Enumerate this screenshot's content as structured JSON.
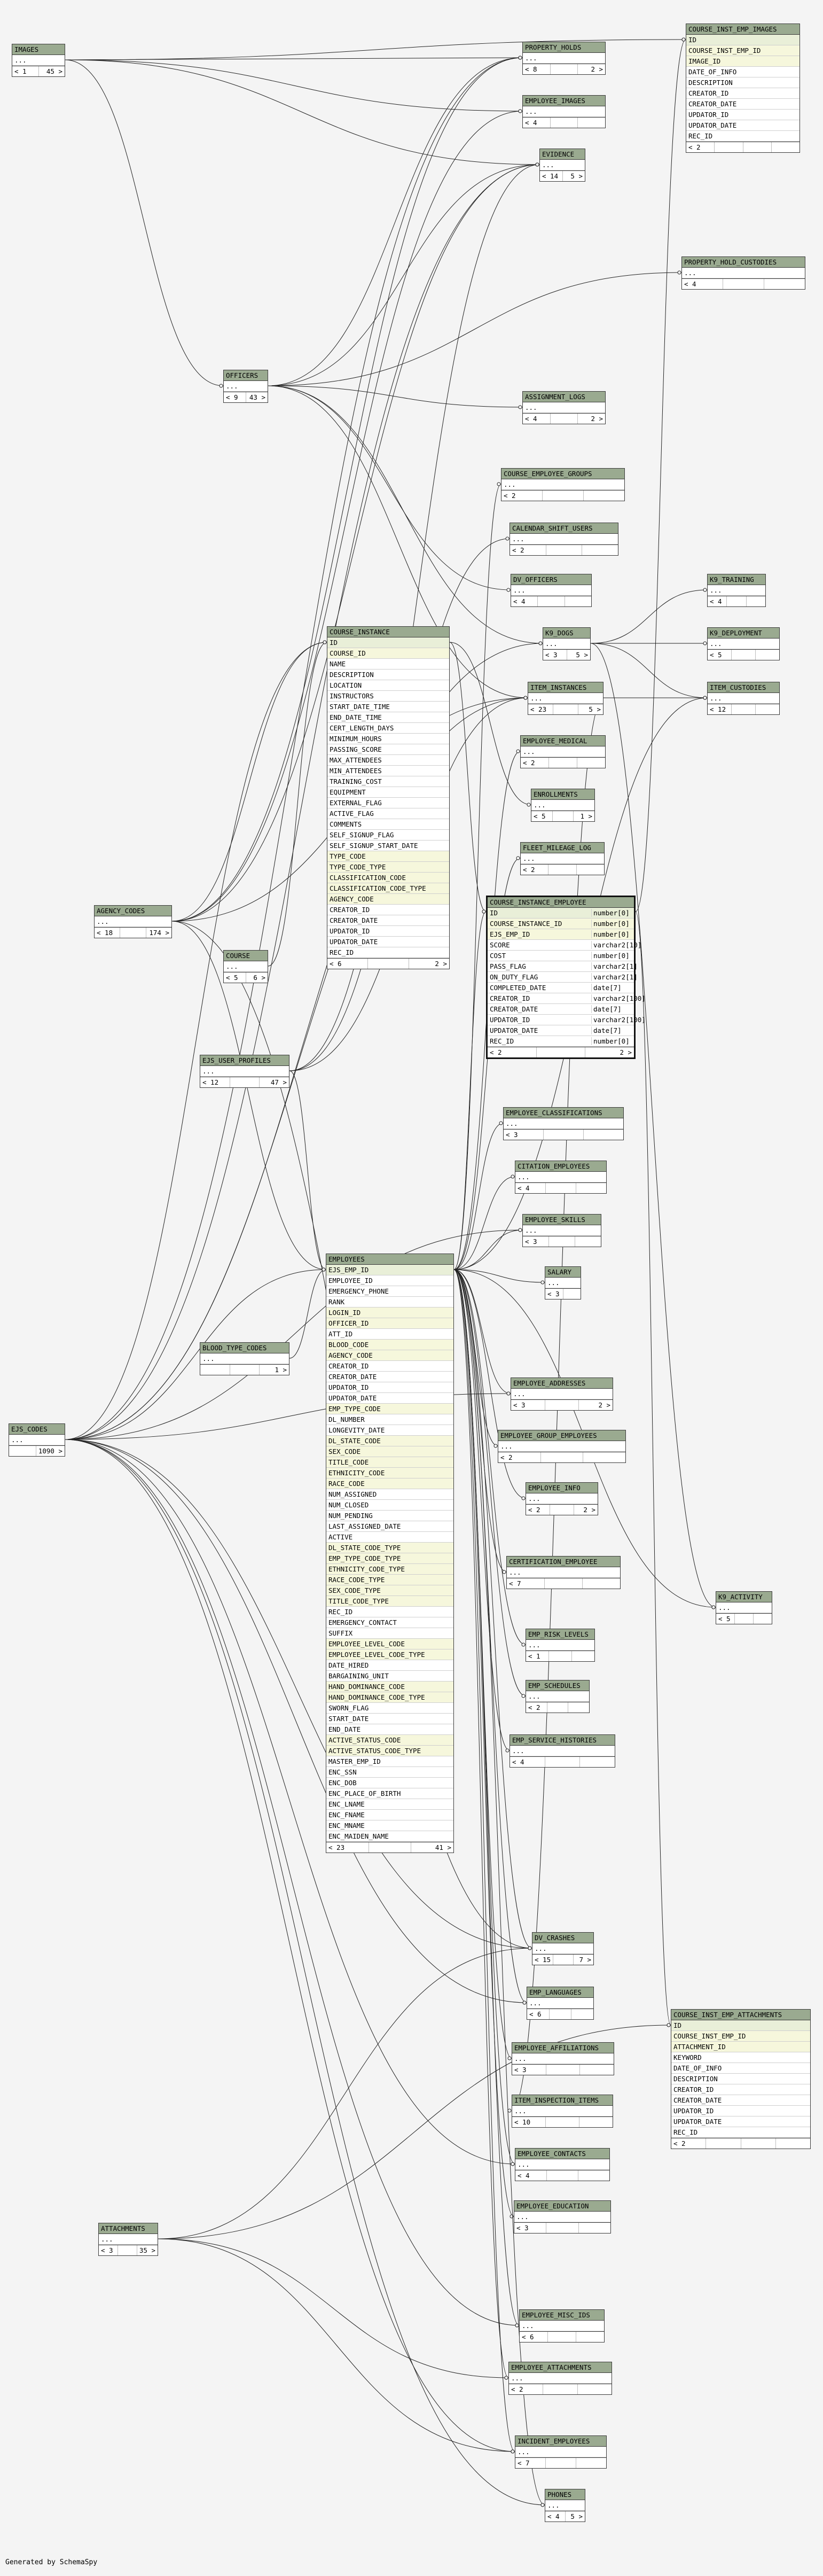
{
  "generated_by": "Generated by SchemaSpy",
  "tables": [
    {
      "id": "images",
      "name": "IMAGES",
      "rows": [
        {
          "n": "..."
        }
      ],
      "foot": [
        "< 1",
        "45 >"
      ]
    },
    {
      "id": "property_holds",
      "name": "PROPERTY_HOLDS",
      "rows": [
        {
          "n": "..."
        }
      ],
      "foot": [
        "< 8",
        "",
        "2 >"
      ]
    },
    {
      "id": "employee_images",
      "name": "EMPLOYEE_IMAGES",
      "rows": [
        {
          "n": "..."
        }
      ],
      "foot": [
        "< 4",
        "",
        ""
      ]
    },
    {
      "id": "evidence",
      "name": "EVIDENCE",
      "rows": [
        {
          "n": "..."
        }
      ],
      "foot": [
        "< 14",
        "5 >"
      ]
    },
    {
      "id": "course_inst_emp_images",
      "name": "COURSE_INST_EMP_IMAGES",
      "rows": [
        {
          "n": "ID",
          "k": "pk"
        },
        {
          "n": "COURSE_INST_EMP_ID",
          "k": "fk"
        },
        {
          "n": "IMAGE_ID",
          "k": "fk"
        },
        {
          "n": "DATE_OF_INFO"
        },
        {
          "n": "DESCRIPTION"
        },
        {
          "n": "CREATOR_ID"
        },
        {
          "n": "CREATOR_DATE"
        },
        {
          "n": "UPDATOR_ID"
        },
        {
          "n": "UPDATOR_DATE"
        },
        {
          "n": "REC_ID"
        }
      ],
      "foot": [
        "< 2",
        "",
        "",
        ""
      ]
    },
    {
      "id": "property_hold_custodies",
      "name": "PROPERTY_HOLD_CUSTODIES",
      "rows": [
        {
          "n": "..."
        }
      ],
      "foot": [
        "< 4",
        "",
        ""
      ]
    },
    {
      "id": "officers",
      "name": "OFFICERS",
      "rows": [
        {
          "n": "..."
        }
      ],
      "foot": [
        "< 9",
        "43 >"
      ]
    },
    {
      "id": "assignment_logs",
      "name": "ASSIGNMENT_LOGS",
      "rows": [
        {
          "n": "..."
        }
      ],
      "foot": [
        "< 4",
        "",
        "2 >"
      ]
    },
    {
      "id": "course_employee_groups",
      "name": "COURSE_EMPLOYEE_GROUPS",
      "rows": [
        {
          "n": "..."
        }
      ],
      "foot": [
        "< 2",
        "",
        ""
      ]
    },
    {
      "id": "calendar_shift_users",
      "name": "CALENDAR_SHIFT_USERS",
      "rows": [
        {
          "n": "..."
        }
      ],
      "foot": [
        "< 2",
        "",
        ""
      ]
    },
    {
      "id": "dv_officers",
      "name": "DV_OFFICERS",
      "rows": [
        {
          "n": "..."
        }
      ],
      "foot": [
        "< 4",
        "",
        ""
      ]
    },
    {
      "id": "k9_training",
      "name": "K9_TRAINING",
      "rows": [
        {
          "n": "..."
        }
      ],
      "foot": [
        "< 4",
        "",
        ""
      ]
    },
    {
      "id": "k9_dogs",
      "name": "K9_DOGS",
      "rows": [
        {
          "n": "..."
        }
      ],
      "foot": [
        "< 3",
        "5 >"
      ]
    },
    {
      "id": "k9_deployment",
      "name": "K9_DEPLOYMENT",
      "rows": [
        {
          "n": "..."
        }
      ],
      "foot": [
        "< 5",
        "",
        ""
      ]
    },
    {
      "id": "item_instances",
      "name": "ITEM_INSTANCES",
      "rows": [
        {
          "n": "..."
        }
      ],
      "foot": [
        "< 23",
        "",
        "5 >"
      ]
    },
    {
      "id": "item_custodies",
      "name": "ITEM_CUSTODIES",
      "rows": [
        {
          "n": "..."
        }
      ],
      "foot": [
        "< 12",
        "",
        ""
      ]
    },
    {
      "id": "employee_medical",
      "name": "EMPLOYEE_MEDICAL",
      "rows": [
        {
          "n": "..."
        }
      ],
      "foot": [
        "< 2",
        "",
        ""
      ]
    },
    {
      "id": "enrollments",
      "name": "ENROLLMENTS",
      "rows": [
        {
          "n": "..."
        }
      ],
      "foot": [
        "< 5",
        "",
        "1 >"
      ]
    },
    {
      "id": "fleet_mileage_log",
      "name": "FLEET_MILEAGE_LOG",
      "rows": [
        {
          "n": "..."
        }
      ],
      "foot": [
        "< 2",
        "",
        ""
      ]
    },
    {
      "id": "course_instance",
      "name": "COURSE_INSTANCE",
      "rows": [
        {
          "n": "ID",
          "k": "pk"
        },
        {
          "n": "COURSE_ID",
          "k": "fk"
        },
        {
          "n": "NAME"
        },
        {
          "n": "DESCRIPTION"
        },
        {
          "n": "LOCATION"
        },
        {
          "n": "INSTRUCTORS"
        },
        {
          "n": "START_DATE_TIME"
        },
        {
          "n": "END_DATE_TIME"
        },
        {
          "n": "CERT_LENGTH_DAYS"
        },
        {
          "n": "MINIMUM_HOURS"
        },
        {
          "n": "PASSING_SCORE"
        },
        {
          "n": "MAX_ATTENDEES"
        },
        {
          "n": "MIN_ATTENDEES"
        },
        {
          "n": "TRAINING_COST"
        },
        {
          "n": "EQUIPMENT"
        },
        {
          "n": "EXTERNAL_FLAG"
        },
        {
          "n": "ACTIVE_FLAG"
        },
        {
          "n": "COMMENTS"
        },
        {
          "n": "SELF_SIGNUP_FLAG"
        },
        {
          "n": "SELF_SIGNUP_START_DATE"
        },
        {
          "n": "TYPE_CODE",
          "k": "fk"
        },
        {
          "n": "TYPE_CODE_TYPE",
          "k": "fk"
        },
        {
          "n": "CLASSIFICATION_CODE",
          "k": "fk"
        },
        {
          "n": "CLASSIFICATION_CODE_TYPE",
          "k": "fk"
        },
        {
          "n": "AGENCY_CODE",
          "k": "fk"
        },
        {
          "n": "CREATOR_ID"
        },
        {
          "n": "CREATOR_DATE"
        },
        {
          "n": "UPDATOR_ID"
        },
        {
          "n": "UPDATOR_DATE"
        },
        {
          "n": "REC_ID"
        }
      ],
      "foot": [
        "< 6",
        "",
        "2 >"
      ]
    },
    {
      "id": "agency_codes",
      "name": "AGENCY_CODES",
      "rows": [
        {
          "n": "..."
        }
      ],
      "foot": [
        "< 18",
        "",
        "174 >"
      ]
    },
    {
      "id": "course",
      "name": "COURSE",
      "rows": [
        {
          "n": "..."
        }
      ],
      "foot": [
        "< 5",
        "6 >"
      ]
    },
    {
      "id": "course_instance_employee",
      "name": "COURSE_INSTANCE_EMPLOYEE",
      "focus": true,
      "rows": [
        {
          "n": "ID",
          "t": "number[0]",
          "k": "pk"
        },
        {
          "n": "COURSE_INSTANCE_ID",
          "t": "number[0]",
          "k": "fk"
        },
        {
          "n": "EJS_EMP_ID",
          "t": "number[0]",
          "k": "fk"
        },
        {
          "n": "SCORE",
          "t": "varchar2[10]"
        },
        {
          "n": "COST",
          "t": "number[0]"
        },
        {
          "n": "PASS_FLAG",
          "t": "varchar2[1]"
        },
        {
          "n": "ON_DUTY_FLAG",
          "t": "varchar2[1]"
        },
        {
          "n": "COMPLETED_DATE",
          "t": "date[7]"
        },
        {
          "n": "CREATOR_ID",
          "t": "varchar2[100]"
        },
        {
          "n": "CREATOR_DATE",
          "t": "date[7]"
        },
        {
          "n": "UPDATOR_ID",
          "t": "varchar2[100]"
        },
        {
          "n": "UPDATOR_DATE",
          "t": "date[7]"
        },
        {
          "n": "REC_ID",
          "t": "number[0]"
        }
      ],
      "foot": [
        "< 2",
        "",
        "2 >"
      ]
    },
    {
      "id": "ejs_user_profiles",
      "name": "EJS_USER_PROFILES",
      "rows": [
        {
          "n": "..."
        }
      ],
      "foot": [
        "< 12",
        "",
        "47 >"
      ]
    },
    {
      "id": "employee_classifications",
      "name": "EMPLOYEE_CLASSIFICATIONS",
      "rows": [
        {
          "n": "..."
        }
      ],
      "foot": [
        "< 3",
        "",
        ""
      ]
    },
    {
      "id": "citation_employees",
      "name": "CITATION_EMPLOYEES",
      "rows": [
        {
          "n": "..."
        }
      ],
      "foot": [
        "< 4",
        "",
        ""
      ]
    },
    {
      "id": "employee_skills",
      "name": "EMPLOYEE_SKILLS",
      "rows": [
        {
          "n": "..."
        }
      ],
      "foot": [
        "< 3",
        "",
        ""
      ]
    },
    {
      "id": "salary",
      "name": "SALARY",
      "rows": [
        {
          "n": "..."
        }
      ],
      "foot": [
        "< 3",
        ""
      ]
    },
    {
      "id": "employees",
      "name": "EMPLOYEES",
      "rows": [
        {
          "n": "EJS_EMP_ID",
          "k": "pk"
        },
        {
          "n": "EMPLOYEE_ID"
        },
        {
          "n": "EMERGENCY_PHONE"
        },
        {
          "n": "RANK"
        },
        {
          "n": "LOGIN_ID",
          "k": "fk"
        },
        {
          "n": "OFFICER_ID",
          "k": "fk"
        },
        {
          "n": "ATT_ID"
        },
        {
          "n": "BLOOD_CODE",
          "k": "fk"
        },
        {
          "n": "AGENCY_CODE",
          "k": "fk"
        },
        {
          "n": "CREATOR_ID"
        },
        {
          "n": "CREATOR_DATE"
        },
        {
          "n": "UPDATOR_ID"
        },
        {
          "n": "UPDATOR_DATE"
        },
        {
          "n": "EMP_TYPE_CODE",
          "k": "fk"
        },
        {
          "n": "DL_NUMBER"
        },
        {
          "n": "LONGEVITY_DATE"
        },
        {
          "n": "DL_STATE_CODE",
          "k": "fk"
        },
        {
          "n": "SEX_CODE",
          "k": "fk"
        },
        {
          "n": "TITLE_CODE",
          "k": "fk"
        },
        {
          "n": "ETHNICITY_CODE",
          "k": "fk"
        },
        {
          "n": "RACE_CODE",
          "k": "fk"
        },
        {
          "n": "NUM_ASSIGNED"
        },
        {
          "n": "NUM_CLOSED"
        },
        {
          "n": "NUM_PENDING"
        },
        {
          "n": "LAST_ASSIGNED_DATE"
        },
        {
          "n": "ACTIVE"
        },
        {
          "n": "DL_STATE_CODE_TYPE",
          "k": "fk"
        },
        {
          "n": "EMP_TYPE_CODE_TYPE",
          "k": "fk"
        },
        {
          "n": "ETHNICITY_CODE_TYPE",
          "k": "fk"
        },
        {
          "n": "RACE_CODE_TYPE",
          "k": "fk"
        },
        {
          "n": "SEX_CODE_TYPE",
          "k": "fk"
        },
        {
          "n": "TITLE_CODE_TYPE",
          "k": "fk"
        },
        {
          "n": "REC_ID"
        },
        {
          "n": "EMERGENCY_CONTACT"
        },
        {
          "n": "SUFFIX"
        },
        {
          "n": "EMPLOYEE_LEVEL_CODE",
          "k": "fk"
        },
        {
          "n": "EMPLOYEE_LEVEL_CODE_TYPE",
          "k": "fk"
        },
        {
          "n": "DATE_HIRED"
        },
        {
          "n": "BARGAINING_UNIT"
        },
        {
          "n": "HAND_DOMINANCE_CODE",
          "k": "fk"
        },
        {
          "n": "HAND_DOMINANCE_CODE_TYPE",
          "k": "fk"
        },
        {
          "n": "SWORN_FLAG"
        },
        {
          "n": "START_DATE"
        },
        {
          "n": "END_DATE"
        },
        {
          "n": "ACTIVE_STATUS_CODE",
          "k": "fk"
        },
        {
          "n": "ACTIVE_STATUS_CODE_TYPE",
          "k": "fk"
        },
        {
          "n": "MASTER_EMP_ID"
        },
        {
          "n": "ENC_SSN"
        },
        {
          "n": "ENC_DOB"
        },
        {
          "n": "ENC_PLACE_OF_BIRTH"
        },
        {
          "n": "ENC_LNAME"
        },
        {
          "n": "ENC_FNAME"
        },
        {
          "n": "ENC_MNAME"
        },
        {
          "n": "ENC_MAIDEN_NAME"
        }
      ],
      "foot": [
        "< 23",
        "",
        "41 >"
      ]
    },
    {
      "id": "blood_type_codes",
      "name": "BLOOD_TYPE_CODES",
      "rows": [
        {
          "n": "..."
        }
      ],
      "foot": [
        "",
        "",
        "1 >"
      ]
    },
    {
      "id": "employee_addresses",
      "name": "EMPLOYEE_ADDRESSES",
      "rows": [
        {
          "n": "..."
        }
      ],
      "foot": [
        "< 3",
        "",
        "2 >"
      ]
    },
    {
      "id": "employee_group_employees",
      "name": "EMPLOYEE_GROUP_EMPLOYEES",
      "rows": [
        {
          "n": "..."
        }
      ],
      "foot": [
        "< 2",
        "",
        ""
      ]
    },
    {
      "id": "ejs_codes",
      "name": "EJS_CODES",
      "rows": [
        {
          "n": "..."
        }
      ],
      "foot": [
        "",
        "1090 >"
      ]
    },
    {
      "id": "employee_info",
      "name": "EMPLOYEE_INFO",
      "rows": [
        {
          "n": "..."
        }
      ],
      "foot": [
        "< 2",
        "",
        "2 >"
      ]
    },
    {
      "id": "certification_employee",
      "name": "CERTIFICATION_EMPLOYEE",
      "rows": [
        {
          "n": "..."
        }
      ],
      "foot": [
        "< 7",
        "",
        ""
      ]
    },
    {
      "id": "k9_activity",
      "name": "K9_ACTIVITY",
      "rows": [
        {
          "n": "..."
        }
      ],
      "foot": [
        "< 5",
        "",
        ""
      ]
    },
    {
      "id": "emp_risk_levels",
      "name": "EMP_RISK_LEVELS",
      "rows": [
        {
          "n": "..."
        }
      ],
      "foot": [
        "< 1",
        "",
        ""
      ]
    },
    {
      "id": "emp_schedules",
      "name": "EMP_SCHEDULES",
      "rows": [
        {
          "n": "..."
        }
      ],
      "foot": [
        "< 2",
        "",
        ""
      ]
    },
    {
      "id": "emp_service_histories",
      "name": "EMP_SERVICE_HISTORIES",
      "rows": [
        {
          "n": "..."
        }
      ],
      "foot": [
        "< 4",
        "",
        ""
      ]
    },
    {
      "id": "dv_crashes",
      "name": "DV_CRASHES",
      "rows": [
        {
          "n": "..."
        }
      ],
      "foot": [
        "< 15",
        "",
        "7 >"
      ]
    },
    {
      "id": "emp_languages",
      "name": "EMP_LANGUAGES",
      "rows": [
        {
          "n": "..."
        }
      ],
      "foot": [
        "< 6",
        "",
        ""
      ]
    },
    {
      "id": "course_inst_emp_attachments",
      "name": "COURSE_INST_EMP_ATTACHMENTS",
      "rows": [
        {
          "n": "ID",
          "k": "pk"
        },
        {
          "n": "COURSE_INST_EMP_ID",
          "k": "fk"
        },
        {
          "n": "ATTACHMENT_ID",
          "k": "fk"
        },
        {
          "n": "KEYWORD"
        },
        {
          "n": "DATE_OF_INFO"
        },
        {
          "n": "DESCRIPTION"
        },
        {
          "n": "CREATOR_ID"
        },
        {
          "n": "CREATOR_DATE"
        },
        {
          "n": "UPDATOR_ID"
        },
        {
          "n": "UPDATOR_DATE"
        },
        {
          "n": "REC_ID"
        }
      ],
      "foot": [
        "< 2",
        "",
        "",
        ""
      ]
    },
    {
      "id": "employee_affiliations",
      "name": "EMPLOYEE_AFFILIATIONS",
      "rows": [
        {
          "n": "..."
        }
      ],
      "foot": [
        "< 3",
        "",
        ""
      ]
    },
    {
      "id": "item_inspection_items",
      "name": "ITEM_INSPECTION_ITEMS",
      "rows": [
        {
          "n": "..."
        }
      ],
      "foot": [
        "< 10",
        "",
        ""
      ]
    },
    {
      "id": "employee_contacts",
      "name": "EMPLOYEE_CONTACTS",
      "rows": [
        {
          "n": "..."
        }
      ],
      "foot": [
        "< 4",
        "",
        ""
      ]
    },
    {
      "id": "employee_education",
      "name": "EMPLOYEE_EDUCATION",
      "rows": [
        {
          "n": "..."
        }
      ],
      "foot": [
        "< 3",
        "",
        ""
      ]
    },
    {
      "id": "employee_misc_ids",
      "name": "EMPLOYEE_MISC_IDS",
      "rows": [
        {
          "n": "..."
        }
      ],
      "foot": [
        "< 6",
        "",
        ""
      ]
    },
    {
      "id": "attachments",
      "name": "ATTACHMENTS",
      "rows": [
        {
          "n": "..."
        }
      ],
      "foot": [
        "< 3",
        "",
        "35 >"
      ]
    },
    {
      "id": "employee_attachments",
      "name": "EMPLOYEE_ATTACHMENTS",
      "rows": [
        {
          "n": "..."
        }
      ],
      "foot": [
        "< 2",
        "",
        ""
      ]
    },
    {
      "id": "incident_employees",
      "name": "INCIDENT_EMPLOYEES",
      "rows": [
        {
          "n": "..."
        }
      ],
      "foot": [
        "< 7",
        "",
        ""
      ]
    },
    {
      "id": "phones",
      "name": "PHONES",
      "rows": [
        {
          "n": "..."
        }
      ],
      "foot": [
        "< 4",
        "5 >"
      ]
    }
  ]
}
